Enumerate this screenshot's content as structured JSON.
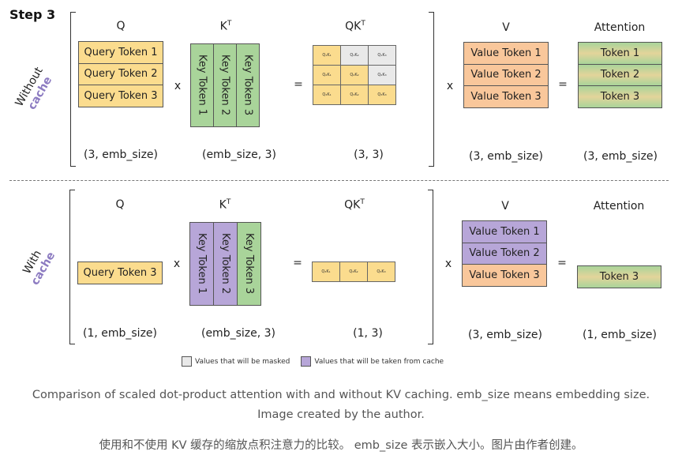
{
  "step_title": "Step 3",
  "without": {
    "label_line1": "Without",
    "label_line2": "cache",
    "q_header": "Q",
    "kt_header": "K",
    "kt_sup": "T",
    "qkt_header": "QK",
    "qkt_sup": "T",
    "v_header": "V",
    "attention_header": "Attention",
    "query_tokens": [
      "Query Token 1",
      "Query Token 2",
      "Query Token 3"
    ],
    "key_tokens": [
      "Key Token 1",
      "Key Token 2",
      "Key Token 3"
    ],
    "qk_cells": [
      [
        "Q₁K₁",
        "Q₁K₂",
        "Q₁K₃"
      ],
      [
        "Q₂K₁",
        "Q₂K₂",
        "Q₂K₃"
      ],
      [
        "Q₃K₁",
        "Q₃K₂",
        "Q₃K₃"
      ]
    ],
    "value_tokens": [
      "Value Token 1",
      "Value Token 2",
      "Value Token 3"
    ],
    "attention_tokens": [
      "Token 1",
      "Token 2",
      "Token 3"
    ],
    "op_mult": "x",
    "op_eq": "=",
    "dims": {
      "q": "(3, emb_size)",
      "kt": "(emb_size, 3)",
      "qkt": "(3, 3)",
      "v": "(3, emb_size)",
      "attention": "(3, emb_size)"
    }
  },
  "with": {
    "label_line1": "With",
    "label_line2": "cache",
    "q_header": "Q",
    "kt_header": "K",
    "kt_sup": "T",
    "qkt_header": "QK",
    "qkt_sup": "T",
    "v_header": "V",
    "attention_header": "Attention",
    "query_tokens": [
      "Query Token 3"
    ],
    "key_tokens": [
      "Key Token 1",
      "Key Token 2",
      "Key Token 3"
    ],
    "qk_cells": [
      [
        "Q₃K₁",
        "Q₃K₂",
        "Q₃K₃"
      ]
    ],
    "value_tokens": [
      "Value Token 1",
      "Value Token 2",
      "Value Token 3"
    ],
    "attention_tokens": [
      "Token 3"
    ],
    "op_mult": "x",
    "op_eq": "=",
    "dims": {
      "q": "(1, emb_size)",
      "kt": "(emb_size, 3)",
      "qkt": "(1, 3)",
      "v": "(3, emb_size)",
      "attention": "(1, emb_size)"
    }
  },
  "legend": {
    "masked": "Values that will be masked",
    "cache": "Values that will be taken from cache"
  },
  "caption_en_line1": "Comparison of scaled dot-product attention with and without KV caching. emb_size means embedding size.",
  "caption_en_line2": "Image created by the author.",
  "caption_zh": "使用和不使用 KV 缓存的缩放点积注意力的比较。 emb_size 表示嵌入大小。图片由作者创建。",
  "colors": {
    "query": "#fbdc8e",
    "value": "#f9c79b",
    "cached": "#b7a6d8",
    "key": "#a9d49a",
    "masked": "#e9e9e9",
    "cache_label": "#8c7bc1"
  }
}
